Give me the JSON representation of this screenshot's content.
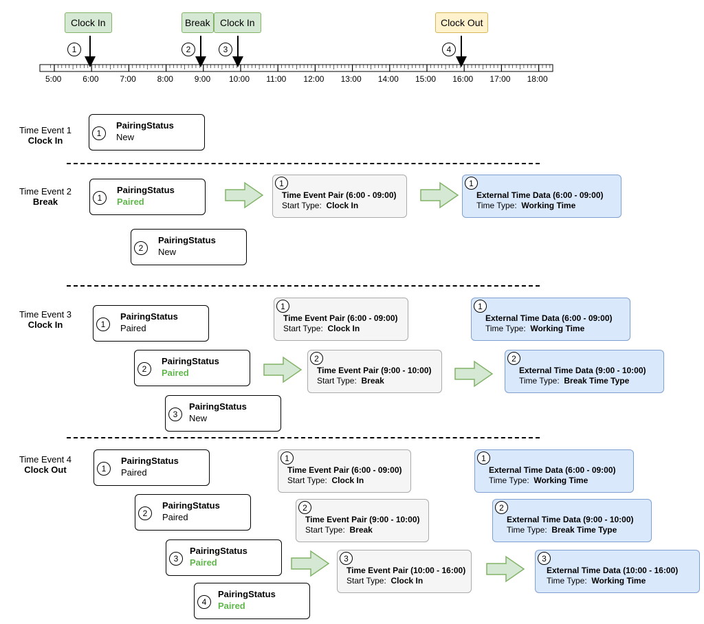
{
  "timeline": {
    "ticks": [
      "5:00",
      "6:00",
      "7:00",
      "8:00",
      "9:00",
      "10:00",
      "11:00",
      "12:00",
      "13:00",
      "14:00",
      "15:00",
      "16:00",
      "17:00",
      "18:00"
    ],
    "markers": [
      {
        "label": "Clock In",
        "num": "1",
        "color": "#d5e8d4"
      },
      {
        "label": "Break",
        "num": "2",
        "color": "#d5e8d4"
      },
      {
        "label": "Clock In",
        "num": "3",
        "color": "#d5e8d4"
      },
      {
        "label": "Clock Out",
        "num": "4",
        "color": "#fff2cc"
      }
    ]
  },
  "events": [
    {
      "line1": "Time Event 1",
      "line2": "Clock In"
    },
    {
      "line1": "Time Event 2",
      "line2": "Break"
    },
    {
      "line1": "Time Event 3",
      "line2": "Clock In"
    },
    {
      "line1": "Time Event 4",
      "line2": "Clock Out"
    }
  ],
  "status_title": "PairingStatus",
  "status_values": {
    "new": "New",
    "paired": "Paired"
  },
  "nums": [
    "1",
    "2",
    "3",
    "4"
  ],
  "pairs": {
    "p1": {
      "title": "Time Event Pair (6:00 - 09:00)",
      "label": "Start Type:",
      "value": "Clock In"
    },
    "p2": {
      "title": "Time Event Pair (9:00 - 10:00)",
      "label": "Start Type:",
      "value": "Break"
    },
    "p3": {
      "title": "Time Event Pair (10:00 - 16:00)",
      "label": "Start Type:",
      "value": "Clock In"
    }
  },
  "externals": {
    "e1": {
      "title": "External Time Data (6:00 - 09:00)",
      "label": "Time Type:",
      "value": "Working Time"
    },
    "e2": {
      "title": "External Time Data (9:00 - 10:00)",
      "label": "Time Type:",
      "value": "Break Time Type"
    },
    "e3": {
      "title": "External Time Data (10:00 - 16:00)",
      "label": "Time Type:",
      "value": "Working Time"
    }
  }
}
